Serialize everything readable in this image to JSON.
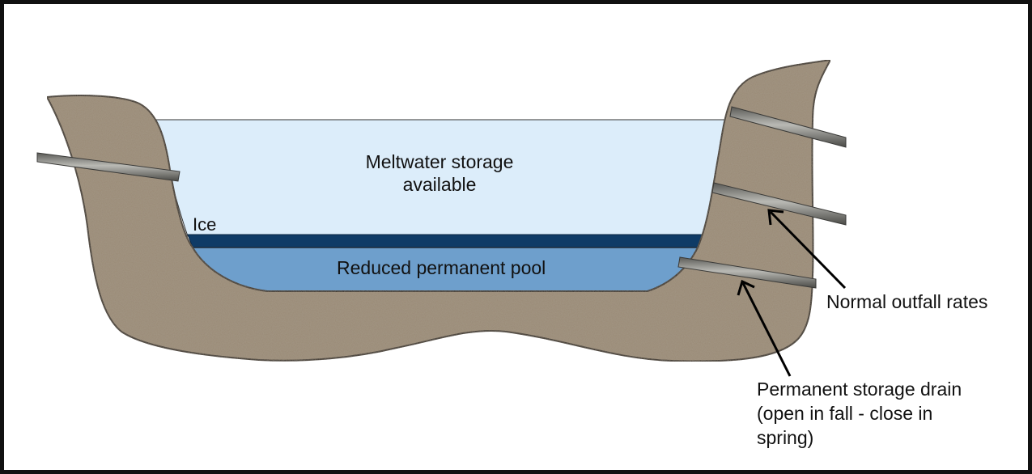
{
  "diagram": {
    "title": "Stormwater pond winter operation cross-section",
    "colors": {
      "soil": "#9a8a76",
      "soil_edge": "#2b241c",
      "meltwater": "#dcedfa",
      "ice": "#0f3b66",
      "pool": "#6e9fcc",
      "pipe": "#8c8c88",
      "pipe_edge": "#3a3a38",
      "frame": "#111111"
    },
    "zones": {
      "meltwater_line1": "Meltwater storage",
      "meltwater_line2": "available",
      "ice": "Ice",
      "pool": "Reduced permanent pool"
    },
    "callouts": {
      "normal_outfall": "Normal outfall rates",
      "drain_line1": "Permanent storage drain",
      "drain_line2": "(open in fall - close in",
      "drain_line3": "spring)"
    }
  }
}
